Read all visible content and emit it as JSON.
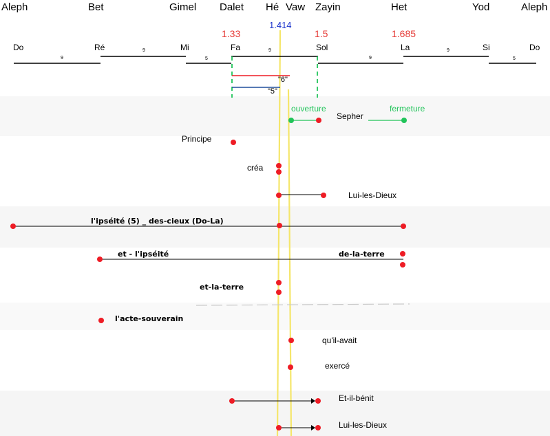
{
  "hebrew_letters": [
    "Aleph",
    "Bet",
    "Gimel",
    "Dalet",
    "Hé",
    "Vaw",
    "Zayin",
    "Het",
    "Yod",
    "Aleph"
  ],
  "notes": [
    "Do",
    "Ré",
    "Mi",
    "Fa",
    "Sol",
    "La",
    "Si",
    "Do"
  ],
  "intervals": [
    "9",
    "9",
    "5",
    "9",
    "9",
    "9",
    "5"
  ],
  "ratios": {
    "fa": "1.33",
    "center": "1.414",
    "sol": "1.5",
    "la": "1.685"
  },
  "markers": {
    "six": "\"6\"",
    "five": "\"5\""
  },
  "sepher": {
    "ouverture": "ouverture",
    "label": "Sepher",
    "fermeture": "fermeture"
  },
  "words": {
    "principe": "Principe",
    "crea": "créa",
    "lui_les_dieux_1": "Lui-les-Dieux",
    "ipseite_cieux": "l'ipséité (5) _ des-cieux  (Do-La)",
    "et_ipseite": "et - l'ipséité",
    "de_la_terre": "de-la-terre",
    "et_la_terre": "et-la-terre",
    "acte_souverain": "l'acte-souverain",
    "qu_il_avait": "qu'il-avait",
    "exerce": "exercé",
    "et_il_benit": "Et-il-bénit",
    "lui_les_dieux_2": "Lui-les-Dieux"
  },
  "colors": {
    "red_dot": "#ee1c25",
    "green": "#21c45a",
    "yellow": "#f5e66b",
    "ratio_red": "#e53935",
    "ratio_blue": "#1a33cc",
    "blue_line": "#1f4e9c",
    "band": "#f6f6f6"
  }
}
